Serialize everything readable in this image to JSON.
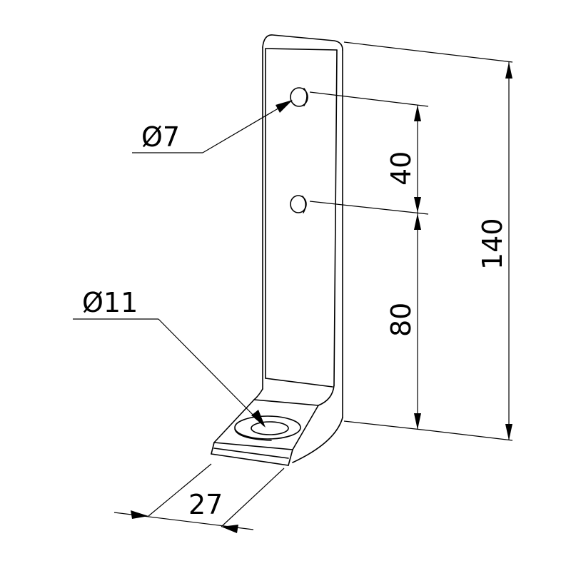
{
  "dimensions": {
    "hole_small": "Ø7",
    "hole_large": "Ø11",
    "hole_spacing": "40",
    "lower_offset": "80",
    "total_height": "140",
    "base_width": "27"
  },
  "colors": {
    "line": "#000000",
    "background": "#ffffff"
  }
}
